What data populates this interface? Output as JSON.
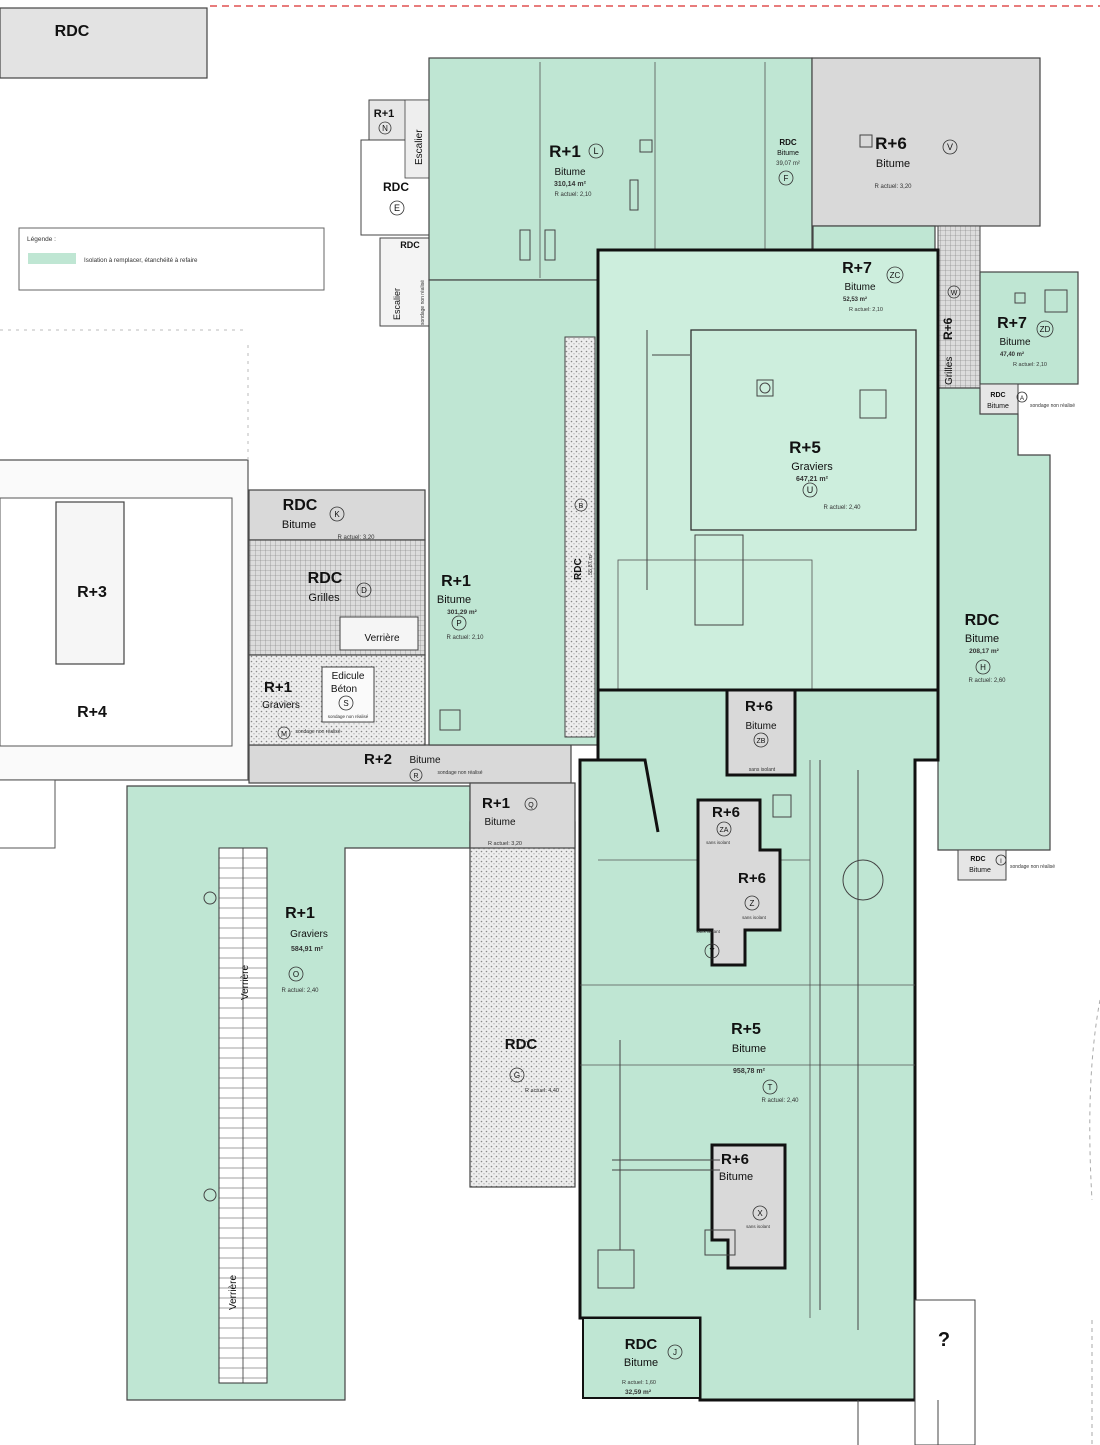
{
  "legend": {
    "title": "Légende :",
    "item_label": "Isolation à remplacer, étanchéité à refaire",
    "item_color": "#bfe6d3"
  },
  "colors": {
    "green": "#bfe6d3",
    "green_light": "#cdeedd",
    "gray": "#d9d9d9",
    "gray_dark": "#cfcfcf",
    "line": "#333333",
    "red_dash": "#e05050"
  },
  "plan": {
    "zones": {
      "rdc_top_left": {
        "level": "RDC"
      },
      "zone_n": {
        "level": "R+1",
        "letter": "N"
      },
      "zone_e": {
        "level": "RDC",
        "letter": "E",
        "stair": "Escalier"
      },
      "zone_rdc_small": {
        "level": "RDC",
        "stair": "Escalier",
        "note": "sondage non réalisé"
      },
      "zone_l": {
        "level": "R+1",
        "letter": "L",
        "material": "Bitume",
        "area": "310,14 m²",
        "r_value": "R actuel: 2,10"
      },
      "zone_f": {
        "level": "RDC",
        "letter": "F",
        "material": "Bitume",
        "area": "39,07 m²"
      },
      "zone_v": {
        "level": "R+6",
        "letter": "V",
        "material": "Bitume",
        "r_value": "R actuel: 3,20"
      },
      "zone_zc": {
        "level": "R+7",
        "letter": "ZC",
        "material": "Bitume",
        "area": "52,53 m²",
        "r_value": "R actuel: 2,10"
      },
      "zone_w": {
        "level": "R+6",
        "letter": "W",
        "material": "Grilles"
      },
      "zone_zd": {
        "level": "R+7",
        "letter": "ZD",
        "material": "Bitume",
        "area": "47,40 m²",
        "r_value": "R actuel: 2,10"
      },
      "zone_a": {
        "level": "RDC",
        "letter": "A",
        "material": "Bitume",
        "note": "sondage non réalisé"
      },
      "zone_u": {
        "level": "R+5",
        "letter": "U",
        "material": "Graviers",
        "area": "647,21 m²",
        "r_value": "R actuel: 2,40"
      },
      "zone_b": {
        "level": "RDC",
        "letter": "B",
        "area": "55,87 m²"
      },
      "zone_p": {
        "level": "R+1",
        "letter": "P",
        "material": "Bitume",
        "area": "301,29 m²",
        "r_value": "R actuel: 2,10"
      },
      "zone_h": {
        "level": "RDC",
        "letter": "H",
        "material": "Bitume",
        "area": "208,17 m²",
        "r_value": "R actuel: 2,60"
      },
      "zone_k": {
        "level": "RDC",
        "letter": "K",
        "material": "Bitume",
        "r_value": "R actuel: 3,20"
      },
      "zone_d": {
        "level": "RDC",
        "letter": "D",
        "material": "Grilles",
        "verriere": "Verrière"
      },
      "zone_r3": {
        "level": "R+3"
      },
      "zone_r4": {
        "level": "R+4"
      },
      "zone_m": {
        "level": "R+1",
        "letter": "M",
        "material": "Graviers",
        "note": "sondage non réalisé"
      },
      "zone_s": {
        "level": "Edicule",
        "letter": "S",
        "material": "Béton",
        "note": "sondage non réalisé"
      },
      "zone_zb": {
        "level": "R+6",
        "letter": "ZB",
        "material": "Bitume",
        "note": "sans isolant"
      },
      "zone_r": {
        "level": "R+2",
        "letter": "R",
        "material": "Bitume",
        "note": "sondage non réalisé"
      },
      "zone_q": {
        "level": "R+1",
        "letter": "Q",
        "material": "Bitume",
        "r_value": "R actuel: 3,20"
      },
      "zone_za": {
        "level": "R+6",
        "letter": "ZA",
        "note": "sans isolant"
      },
      "zone_z": {
        "level": "R+6",
        "letter": "Z",
        "note": "sans isolant"
      },
      "zone_y": {
        "letter": "Y",
        "note": "sans isolant"
      },
      "zone_i": {
        "level": "RDC",
        "letter": "I",
        "material": "Bitume",
        "note": "sondage non réalisé"
      },
      "zone_o": {
        "level": "R+1",
        "letter": "O",
        "material": "Graviers",
        "area": "584,91 m²",
        "r_value": "R actuel: 2,40",
        "verriere": "Verrière"
      },
      "zone_g": {
        "level": "RDC",
        "letter": "G",
        "r_value": "R actuel: 4,40"
      },
      "zone_t": {
        "level": "R+5",
        "letter": "T",
        "material": "Bitume",
        "area": "958,78 m²",
        "r_value": "R actuel: 2,40"
      },
      "zone_x": {
        "level": "R+6",
        "letter": "X",
        "material": "Bitume",
        "note": "sans isolant"
      },
      "zone_j": {
        "level": "RDC",
        "letter": "J",
        "material": "Bitume",
        "area": "32,59 m²",
        "r_value": "R actuel: 1,60"
      },
      "unknown": {
        "level": "?"
      }
    }
  }
}
